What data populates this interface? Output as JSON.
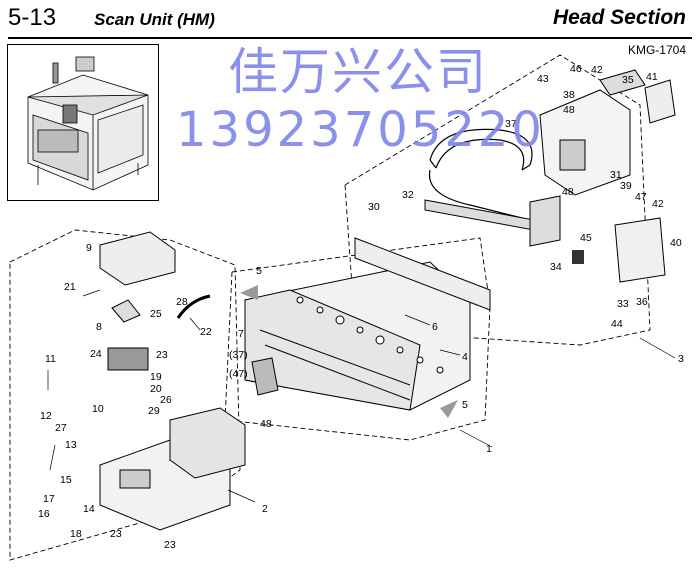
{
  "header": {
    "page_number": "5-13",
    "section_title": "Scan Unit (HM)",
    "right_title": "Head Section",
    "doc_code": "KMG-1704"
  },
  "watermark": {
    "company": "佳万兴公司",
    "phone": "13923705220"
  },
  "callouts": {
    "c1": "1",
    "c2": "2",
    "c3": "3",
    "c4": "4",
    "c5a": "5",
    "c5b": "5",
    "c6": "6",
    "c7": "7",
    "c8": "8",
    "c9": "9",
    "c10": "10",
    "c11": "11",
    "c12": "12",
    "c13": "13",
    "c14": "14",
    "c15": "15",
    "c16": "16",
    "c17": "17",
    "c18": "18",
    "c19": "19",
    "c20": "20",
    "c21": "21",
    "c22": "22",
    "c23a": "23",
    "c23b": "23",
    "c23c": "23",
    "c24": "24",
    "c25": "25",
    "c26": "26",
    "c27": "27",
    "c28": "28",
    "c29": "29",
    "c30": "30",
    "c31": "31",
    "c32": "32",
    "c33": "33",
    "c34": "34",
    "c35": "35",
    "c36": "36",
    "c37": "37",
    "c37p": "(37)",
    "c38": "38",
    "c39": "39",
    "c40": "40",
    "c41": "41",
    "c42a": "42",
    "c42b": "42",
    "c43": "43",
    "c44": "44",
    "c45": "45",
    "c46": "46",
    "c47": "47",
    "c47p": "(47)",
    "c48a": "48",
    "c48b": "48",
    "c48c": "48"
  }
}
